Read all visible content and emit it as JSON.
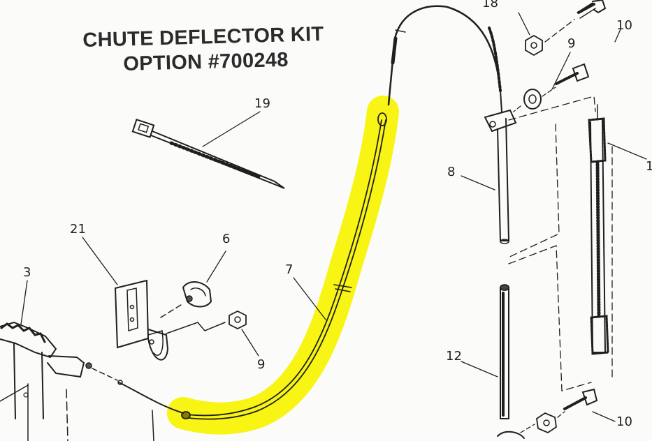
{
  "title": {
    "line1": "CHUTE DEFLECTOR KIT",
    "line2": "OPTION #700248"
  },
  "callouts": {
    "n18": "18",
    "n10_top": "10",
    "n9_top": "9",
    "n1": "1",
    "n19": "19",
    "n8": "8",
    "n21": "21",
    "n6": "6",
    "n3": "3",
    "n7": "7",
    "n9_bottom": "9",
    "n12": "12",
    "n10_bottom": "10"
  },
  "colors": {
    "highlight": "#f7f300",
    "ink": "#1f1f1f"
  }
}
